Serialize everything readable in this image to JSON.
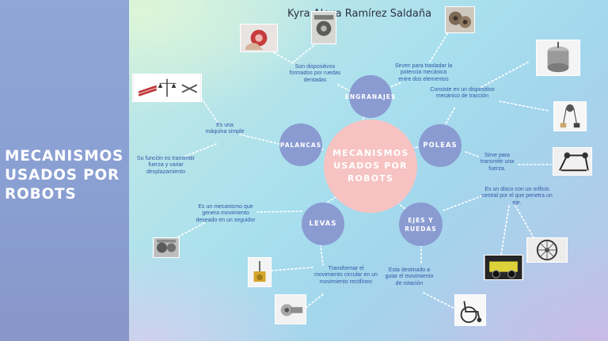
{
  "sidebar": {
    "title": "MECANISMOS USADOS POR ROBOTS"
  },
  "author": "Kyra Alexa Ramírez Saldaña",
  "center": {
    "label": "MECANISMOS USADOS POR ROBOTS",
    "color": "#f6c3c2"
  },
  "branches": {
    "engranajes": {
      "label": "ENGRANAJES",
      "desc1": "Son dispositivos formados por ruedas dentadas",
      "desc2": "Sirven para trasladar la potencia mecánica entre dos elementos"
    },
    "poleas": {
      "label": "POLEAS",
      "desc1": "Consiste en un dispositivo mecánico de tracción",
      "desc2": "Sirve para transmitir una fuerza."
    },
    "palancas": {
      "label": "PALANCAS",
      "desc1": "Es una máquina simple",
      "desc2": "Su función es transmitir fuerza y variar desplazamiento"
    },
    "levas": {
      "label": "LEVAS",
      "desc1": "Es un mecanismo que genera movimiento deseado en un seguidor",
      "desc2": "Transformar el movimiento circular en un movimiento rectilíneo"
    },
    "ejes": {
      "label": "EJES Y RUEDAS",
      "desc1": "Es un disco con un orificio central por el que penetra un eje.",
      "desc2": "Esta destinado a guiar el movimiento de rotación"
    }
  },
  "colors": {
    "node": "#8a9bd1",
    "text": "#3457a6",
    "sidebar": "#8fa6d6"
  }
}
